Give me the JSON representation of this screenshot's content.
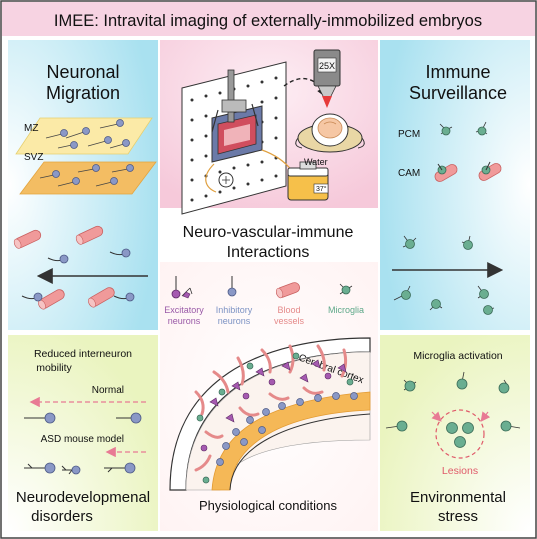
{
  "header": {
    "title": "IMEE: Intravital imaging of externally-immobilized embryos"
  },
  "panels": {
    "neuronal_migration": {
      "title_line1": "Neuronal",
      "title_line2": "Migration",
      "mz": "MZ",
      "svz": "SVZ"
    },
    "immune_surveillance": {
      "title_line1": "Immune",
      "title_line2": "Surveillance",
      "pcm": "PCM",
      "cam": "CAM"
    },
    "setup": {
      "objective": "25X",
      "water": "Water",
      "temp": "37°"
    },
    "center": {
      "title_line1": "Neuro-vascular-immune",
      "title_line2": "Interactions"
    },
    "legend": {
      "excitatory": [
        "Excitatory",
        "neurons"
      ],
      "inhibitory": [
        "Inhibitory",
        "neurons"
      ],
      "blood": [
        "Blood",
        "vessels"
      ],
      "microglia": [
        "Microglia"
      ]
    },
    "neurodev": {
      "note_line1": "Reduced interneuron",
      "note_line2": "mobility",
      "normal": "Normal",
      "asd": "ASD mouse model",
      "title_line1": "Neurodevelopmenal",
      "title_line2": "disorders"
    },
    "physiological": {
      "cortex": "Cerebral cortex",
      "title": "Physiological conditions"
    },
    "environmental": {
      "activation": "Microglia activation",
      "lesions": "Lesions",
      "title_line1": "Environmental",
      "title_line2": "stress"
    }
  },
  "colors": {
    "header_bg": "#f7d3e2",
    "side_blue": "#b7e6f2",
    "bottom_yellow": "#f1f7d0",
    "center_pink": "#f9dbe6",
    "excitatory": "#a55ab0",
    "inhibitory": "#7e95c9",
    "blood": "#e58a8a",
    "microglia": "#5ea889",
    "lesion": "#e05a6a",
    "arrow_dark": "#333333"
  }
}
